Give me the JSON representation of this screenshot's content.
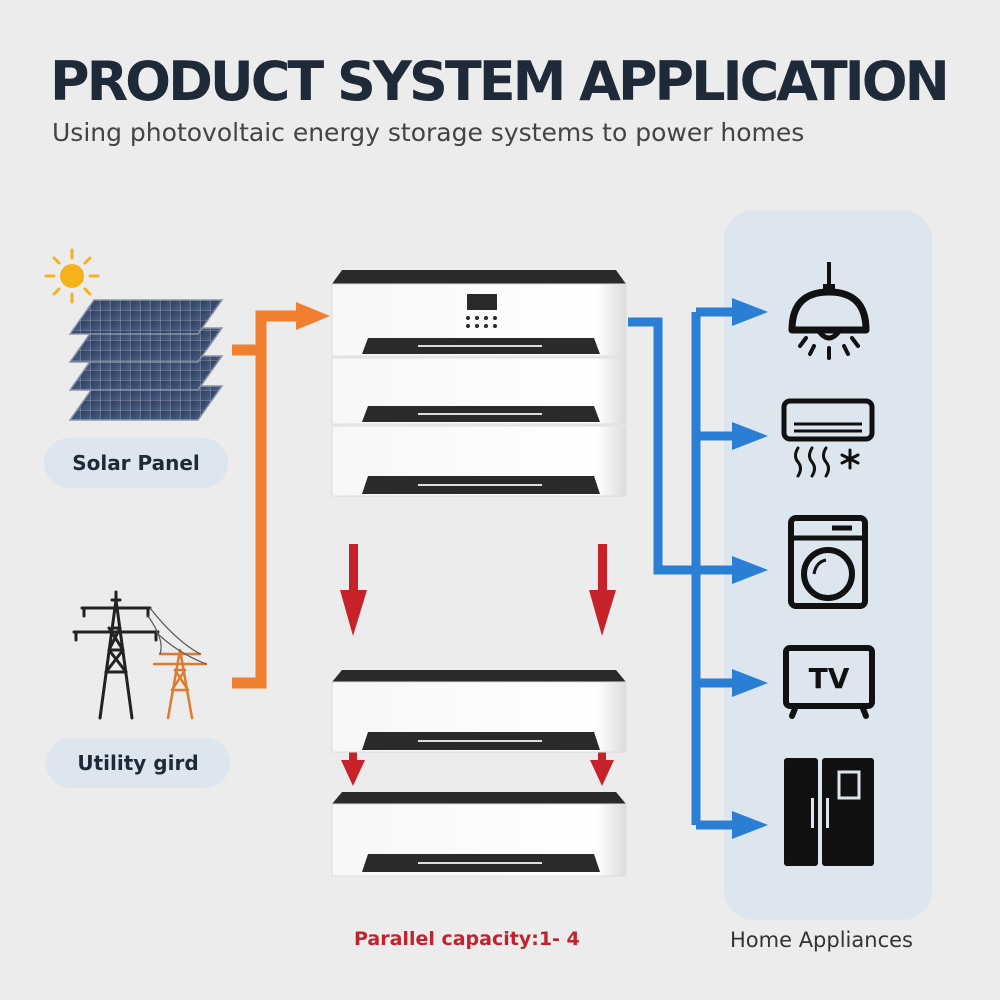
{
  "header": {
    "title": "PRODUCT SYSTEM APPLICATION",
    "subtitle": "Using photovoltaic energy storage systems to power homes"
  },
  "sources": {
    "solar_label": "Solar Panel",
    "grid_label": "Utility gird"
  },
  "battery": {
    "capacity_label": "Parallel capacity:1- 4"
  },
  "appliances": {
    "panel_label": "Home Appliances",
    "icons": [
      "ceiling-lamp-icon",
      "air-conditioner-icon",
      "washing-machine-icon",
      "tv-icon",
      "refrigerator-icon"
    ],
    "tv_text": "TV"
  },
  "colors": {
    "input_flow": "#f07f30",
    "output_flow": "#2a7fd4",
    "expansion_arrow": "#c72229",
    "text_dark": "#1f2a38",
    "panel_bg": "#dde5ee"
  }
}
